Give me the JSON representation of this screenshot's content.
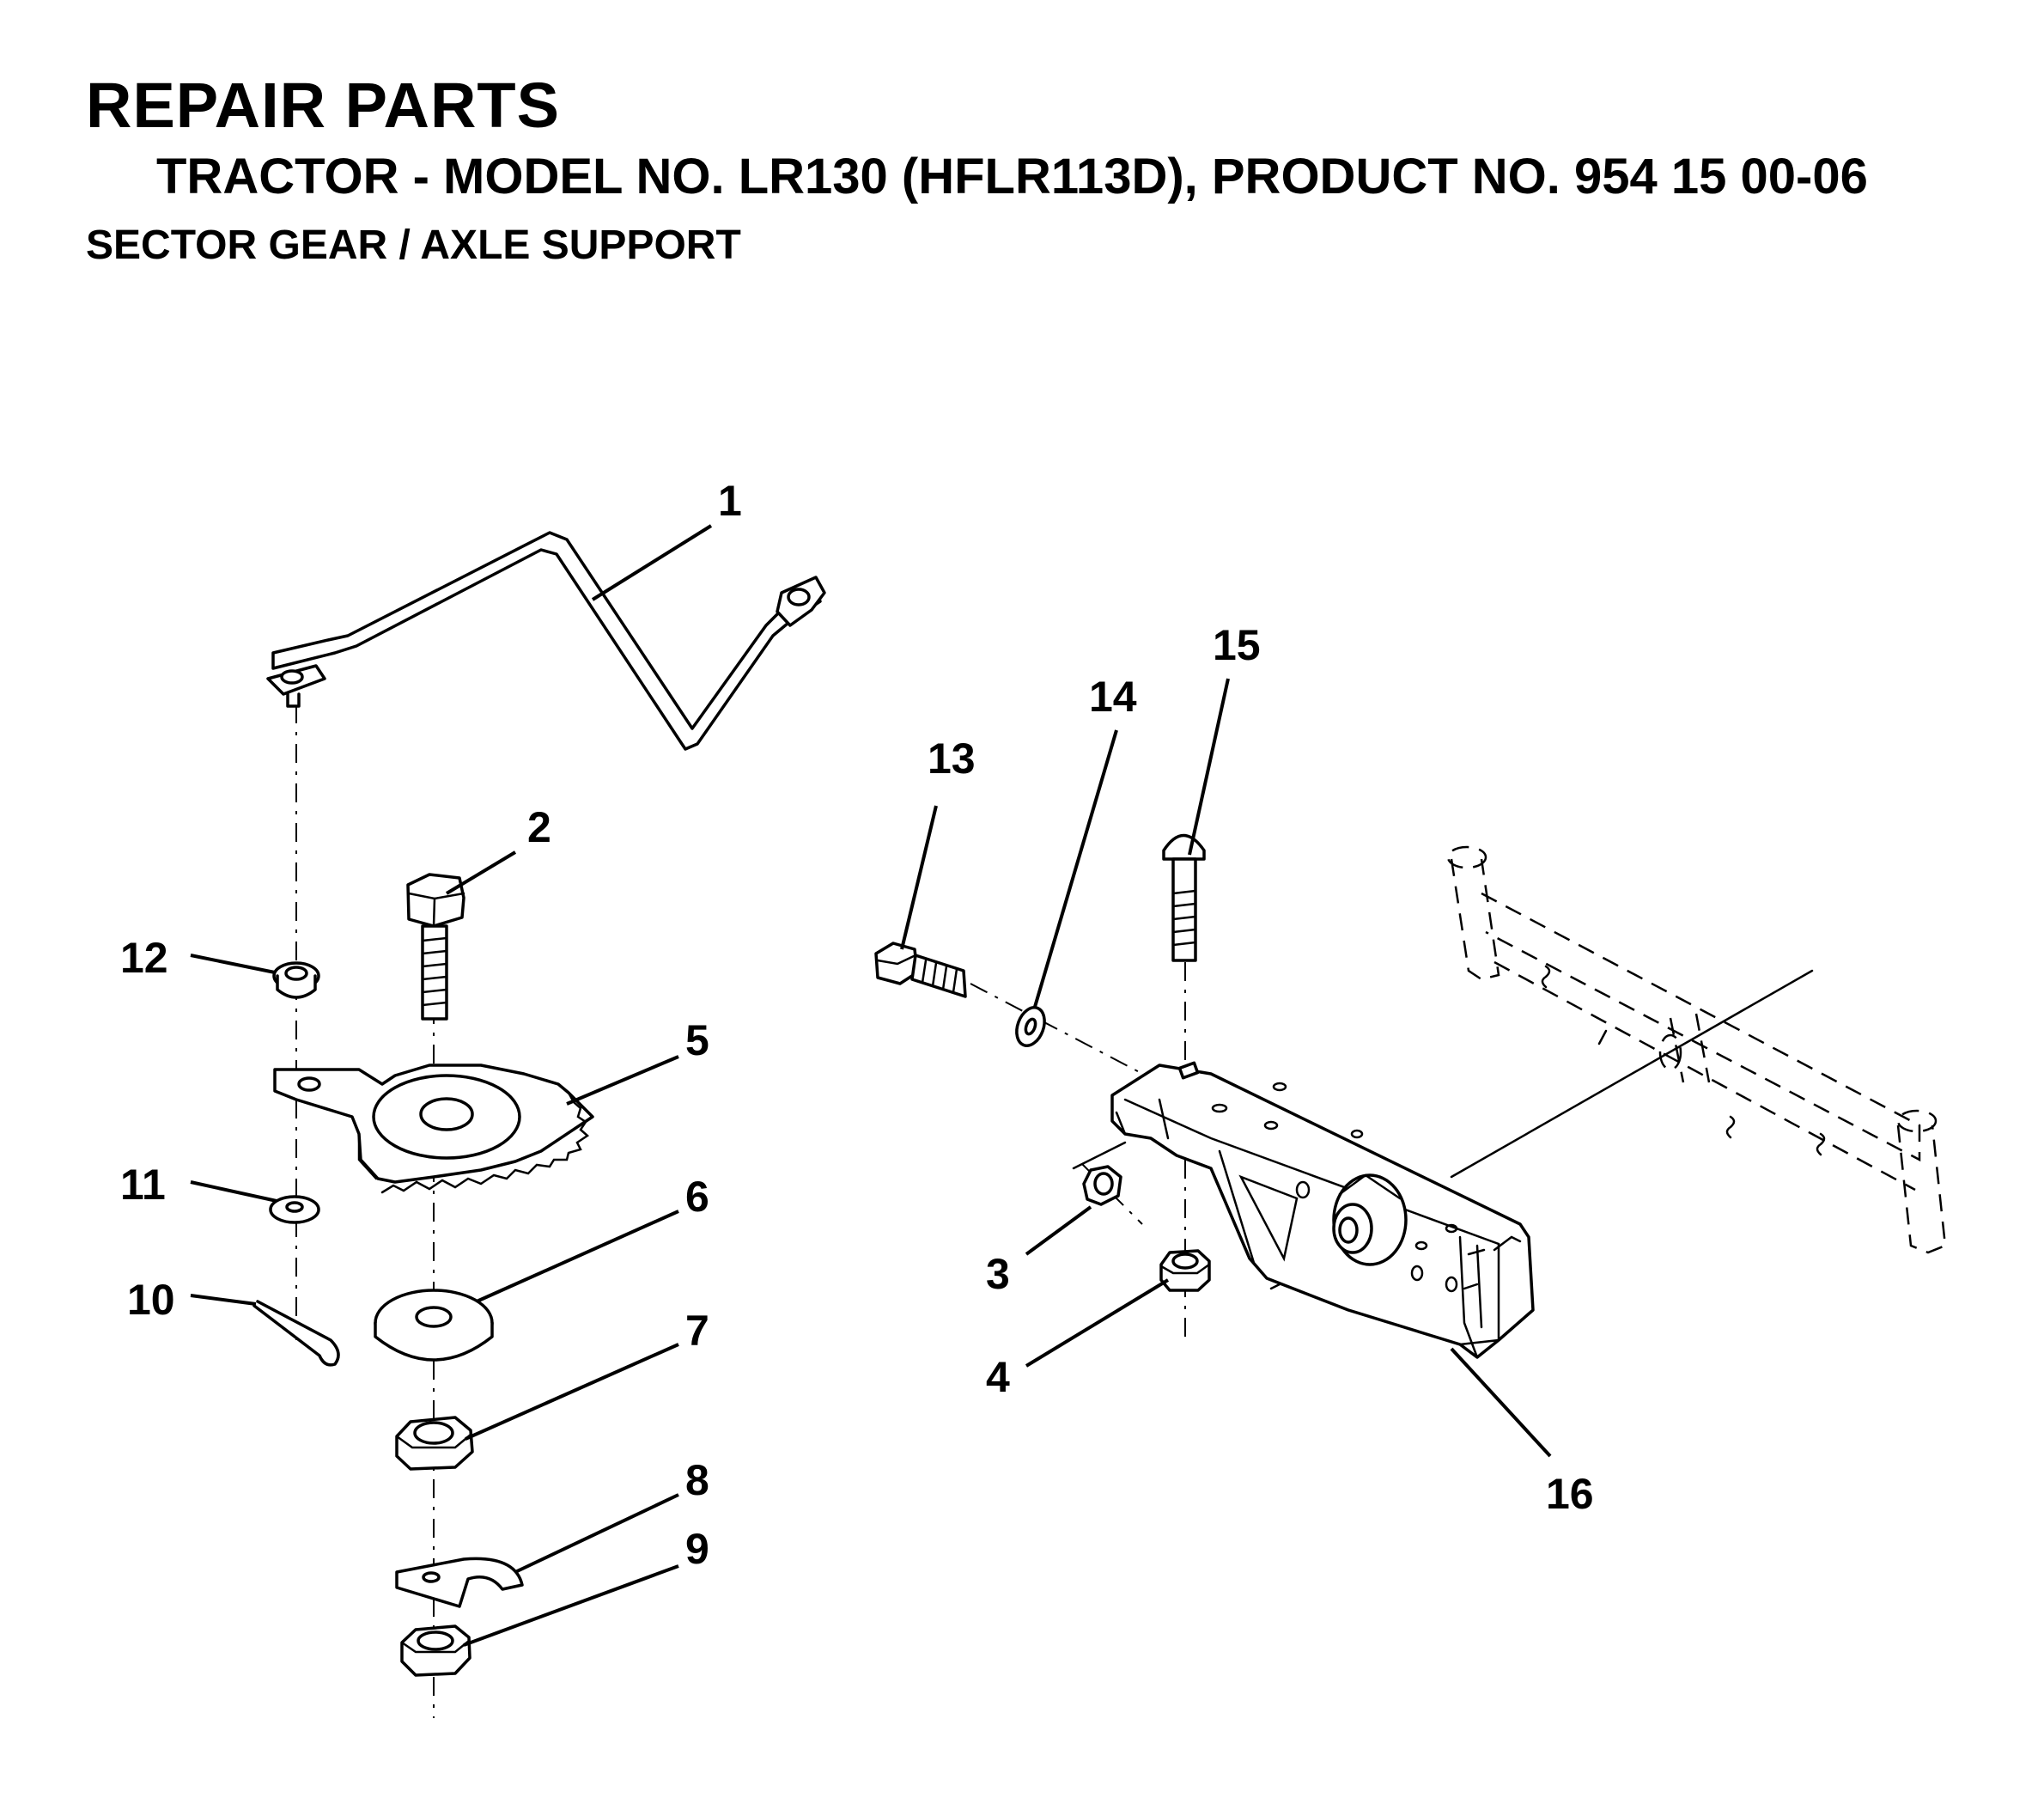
{
  "header": {
    "title": "REPAIR PARTS",
    "subtitle": "TRACTOR - MODEL NO. LR130 (HFLR113D), PRODUCT NO. 954 15 00-06",
    "section": "SECTOR GEAR / AXLE SUPPORT"
  },
  "callouts": {
    "c1": "1",
    "c2": "2",
    "c3": "3",
    "c4": "4",
    "c5": "5",
    "c6": "6",
    "c7": "7",
    "c8": "8",
    "c9": "9",
    "c10": "10",
    "c11": "11",
    "c12": "12",
    "c13": "13",
    "c14": "14",
    "c15": "15",
    "c16": "16"
  }
}
